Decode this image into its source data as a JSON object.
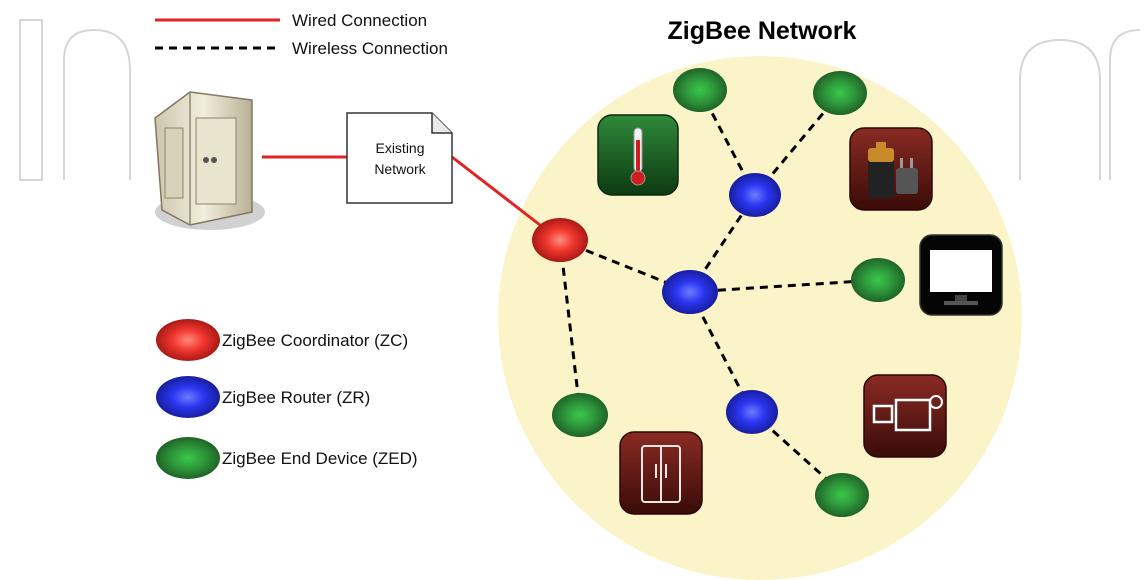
{
  "title": "ZigBee Network",
  "line_legend": {
    "wired": "Wired Connection",
    "wireless": "Wireless Connection"
  },
  "existing_network": {
    "line1": "Existing",
    "line2": "Network"
  },
  "node_legend": {
    "coordinator": "ZigBee Coordinator (ZC)",
    "router": "ZigBee Router (ZR)",
    "end_device": "ZigBee End Device (ZED)"
  },
  "colors": {
    "wired": "#e32222",
    "coordinator": "#e8322f",
    "router": "#2a35e6",
    "end_device": "#2f9a3f",
    "network_area": "#fbf4c8"
  },
  "device_icons": [
    "thermometer-icon",
    "battery-charger-icon",
    "monitor-icon",
    "video-camera-icon",
    "refrigerator-icon"
  ]
}
